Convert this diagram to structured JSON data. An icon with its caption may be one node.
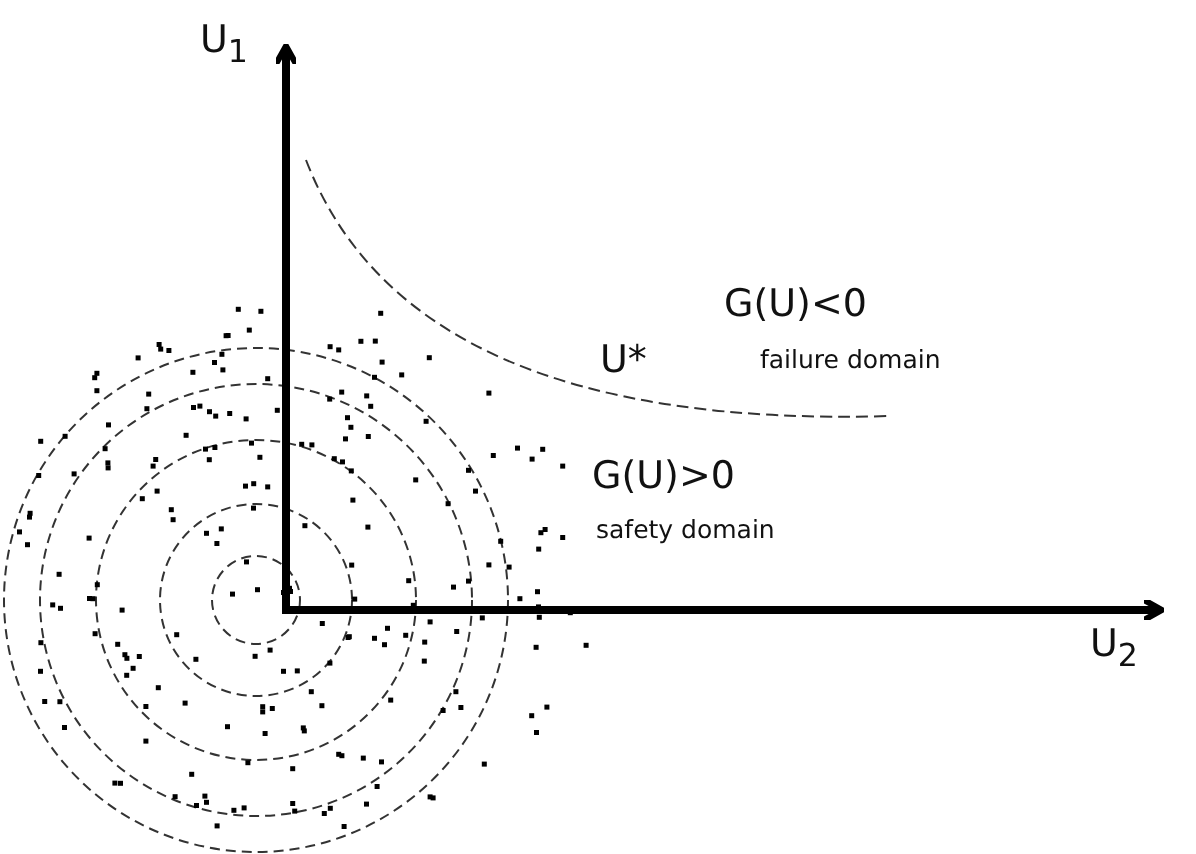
{
  "diagram": {
    "labels": [
      "U$_{1}$",
      "G(U)<0",
      "failure domain",
      "U*",
      "G(U)>0",
      "safety domain",
      "U$_{2}$"
    ]
  }
}
